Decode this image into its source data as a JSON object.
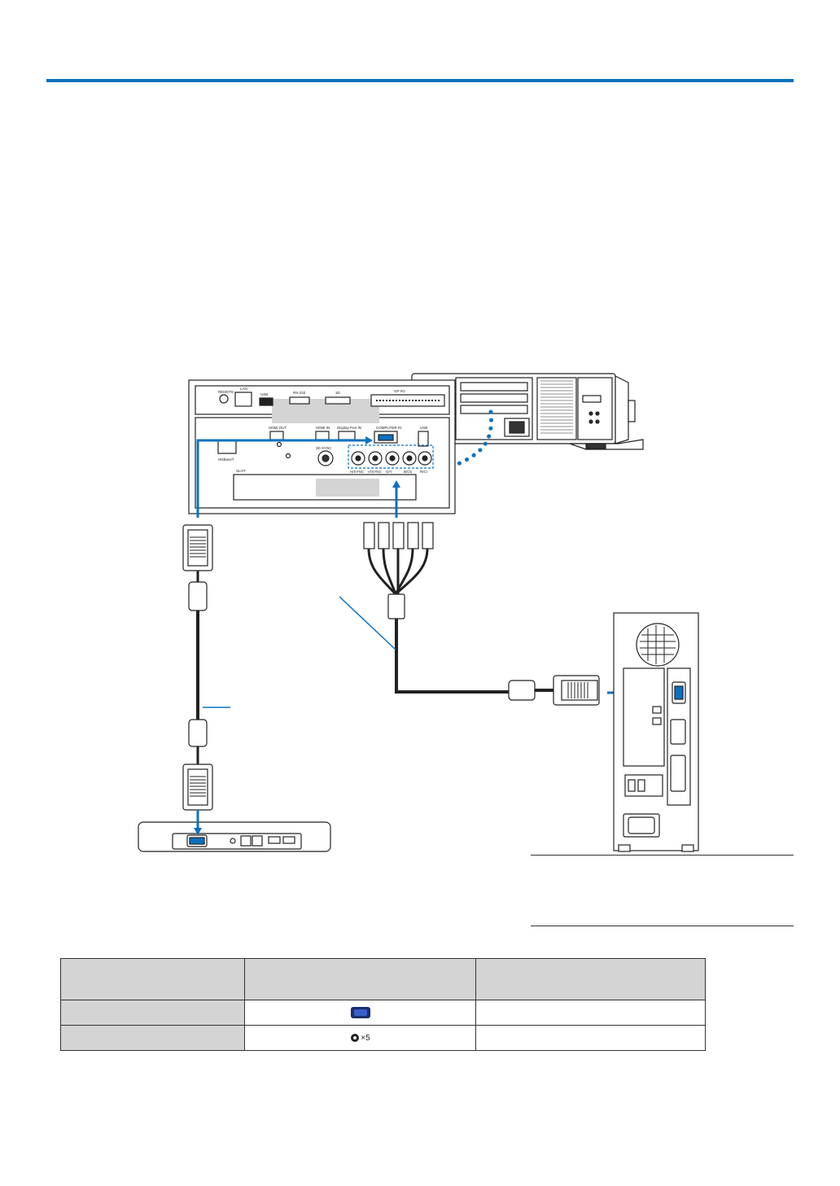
{
  "colors": {
    "accent": "#0b72c0",
    "line": "#222222",
    "gray": "#d4d4d4"
  },
  "panel_labels": {
    "remote": "REMOTE",
    "lan": "LAN",
    "usb": "USB",
    "rs232": "RS-232",
    "three_d": "3D",
    "gpio": "GP I/O",
    "hdmi_out": "HDMI OUT",
    "hdmi_in": "HDMI IN",
    "displayport_in": "Display Port IN",
    "computer_in": "COMPUTER IN",
    "usb_right": "USB",
    "three_d_sync": "3D SYNC",
    "hdbaset": "HDBaseT",
    "slot": "SLOT",
    "bnc": [
      "H/SYNC",
      "V/SYNC",
      "G/Y",
      "B/Cb",
      "R/Cr"
    ]
  },
  "table": {
    "rows": [
      {
        "c1": "",
        "c2": "",
        "c3": "",
        "icon": ""
      },
      {
        "c1": "",
        "c2": "",
        "c3": "",
        "icon": "vga-port-icon"
      },
      {
        "c1": "",
        "c2": "",
        "c3": "",
        "icon": "bnc-connector-icon",
        "multiplier": "×5"
      }
    ]
  }
}
